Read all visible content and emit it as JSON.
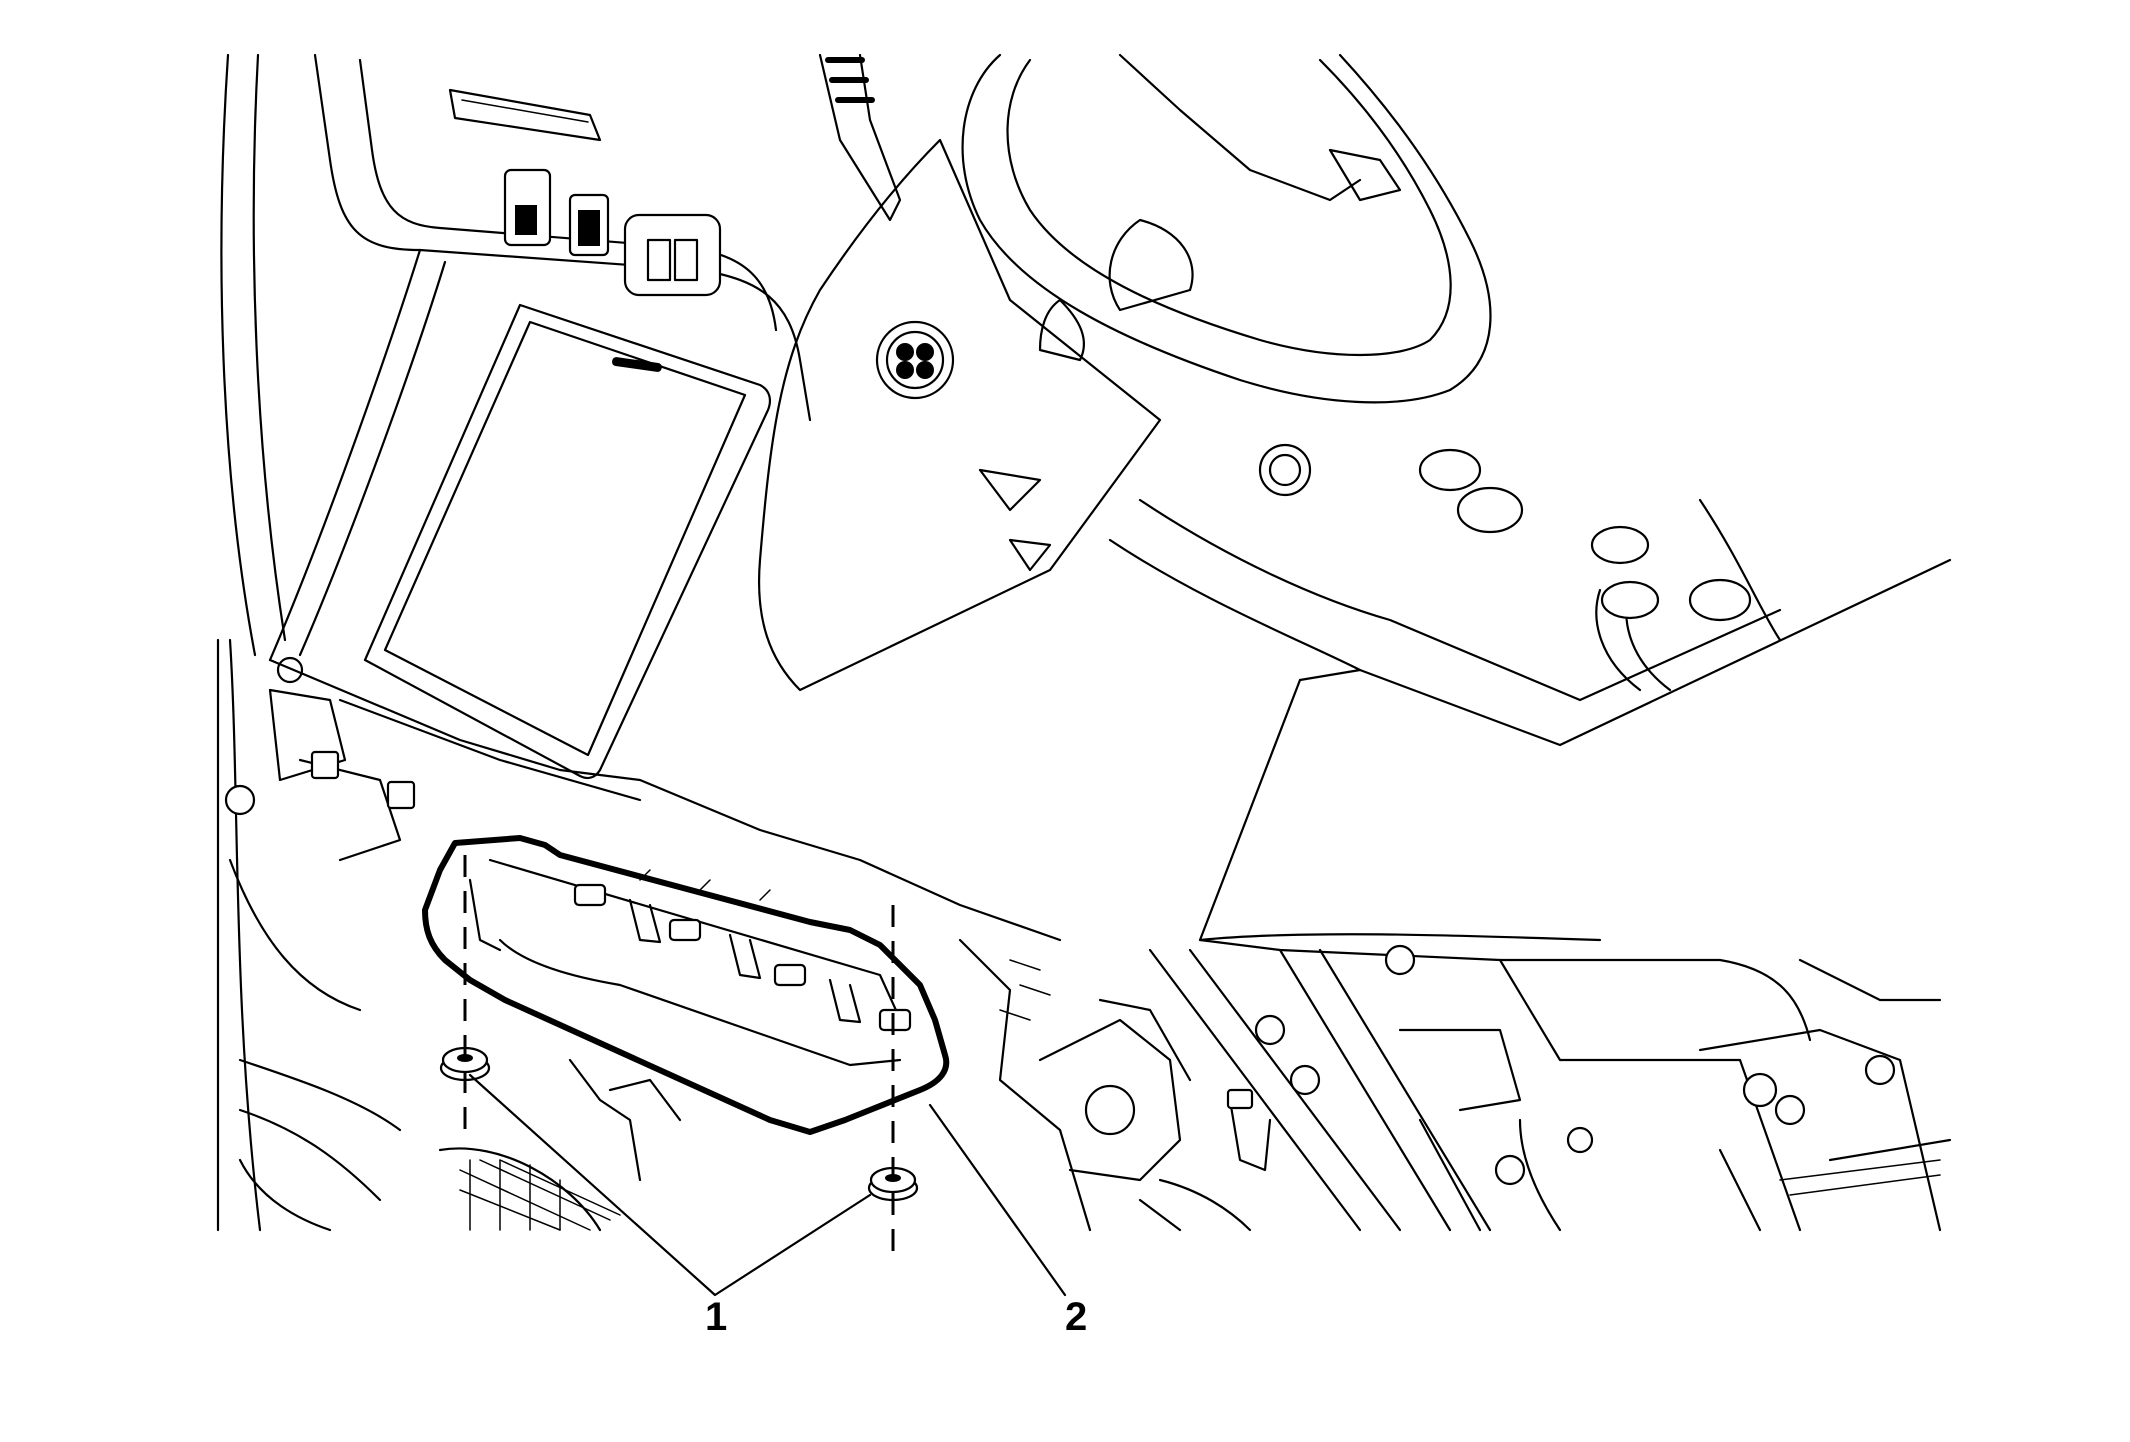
{
  "callouts": [
    {
      "id": "1",
      "label": "1"
    },
    {
      "id": "2",
      "label": "2"
    }
  ],
  "colors": {
    "line": "#000000",
    "background": "#ffffff"
  }
}
